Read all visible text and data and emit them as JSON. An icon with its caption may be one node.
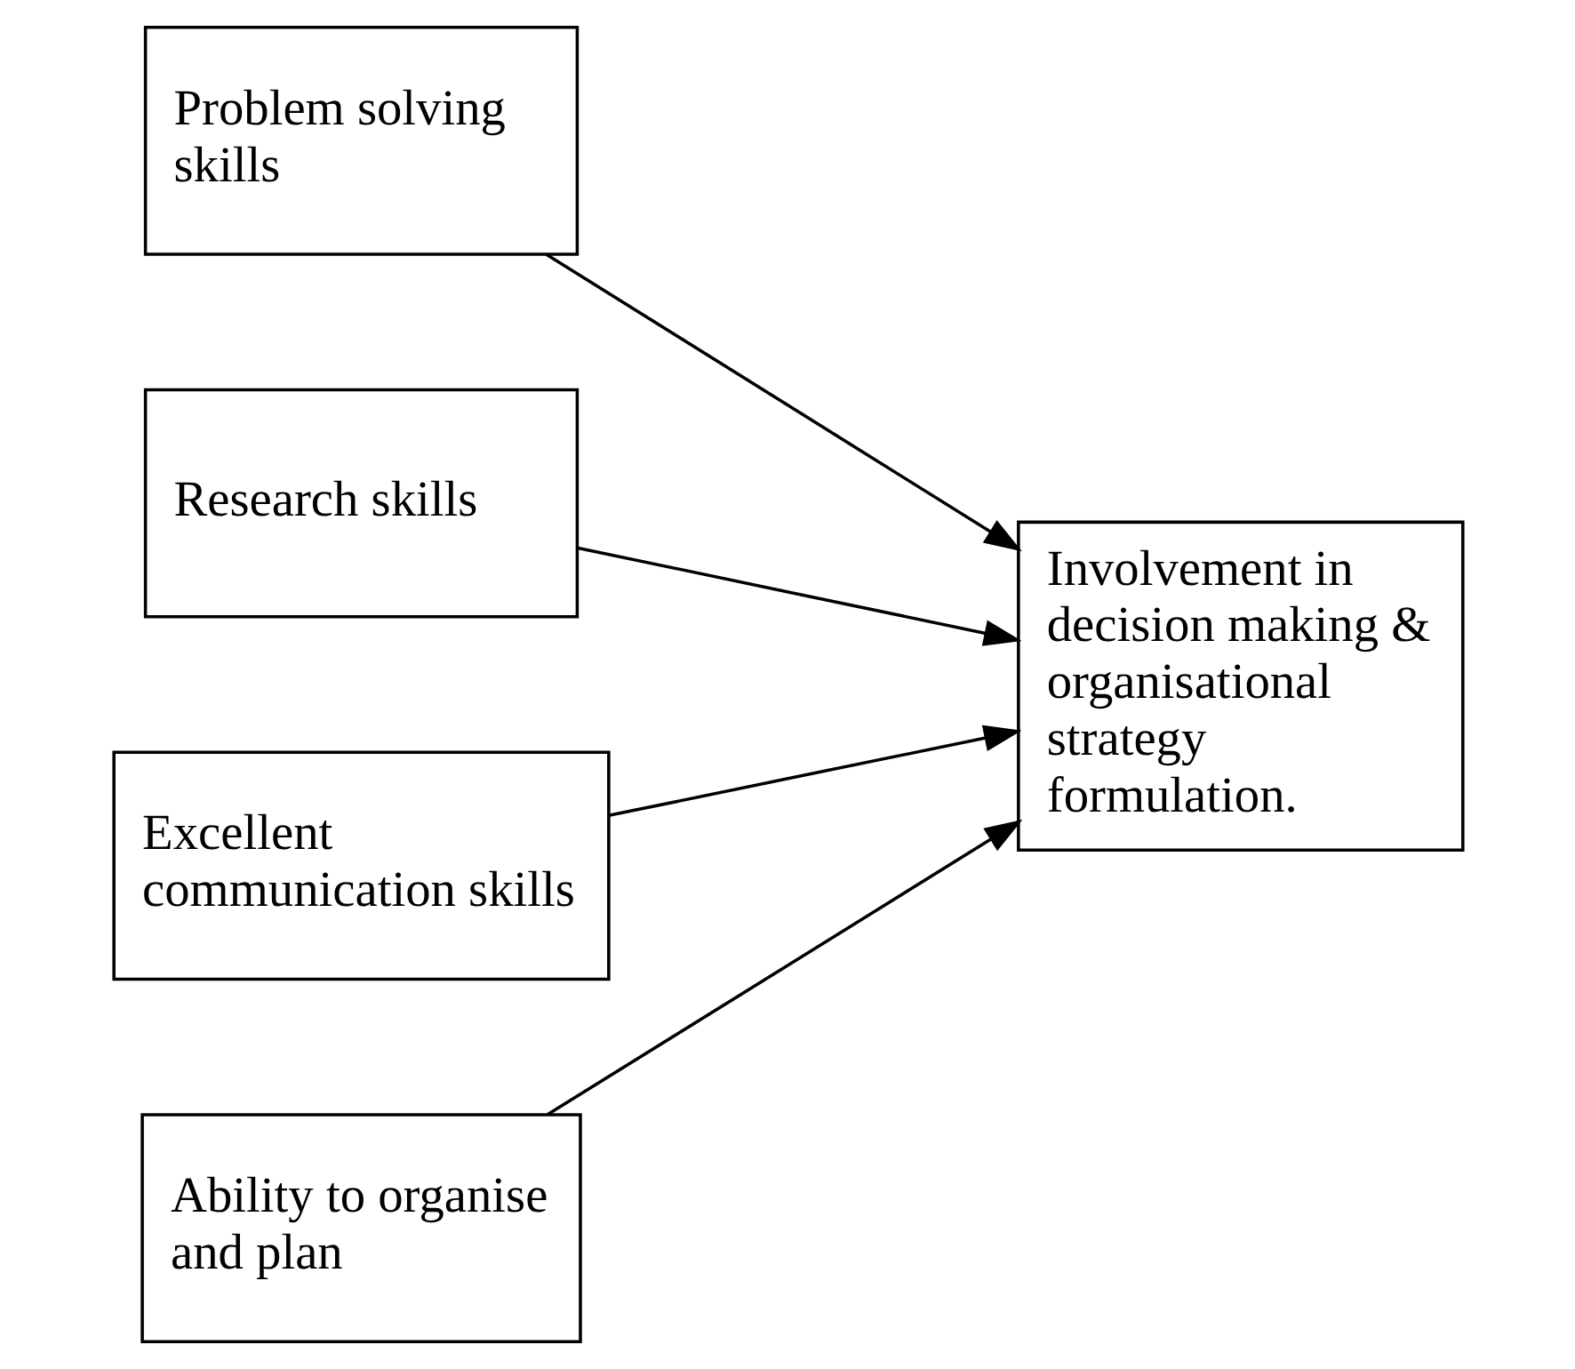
{
  "diagram": {
    "nodes": [
      {
        "text": [
          "Problem solving skills"
        ]
      },
      {
        "text": [
          "Research skills"
        ]
      },
      {
        "text": [
          "Excellent communication skills"
        ]
      },
      {
        "text": [
          "Ability to organise and plan"
        ]
      },
      {
        "text": [
          "Involvement in decision making & organisational strategy formulation."
        ]
      }
    ],
    "edges": [
      {
        "from": 0,
        "to": 4,
        "arrow": "to"
      },
      {
        "from": 1,
        "to": 4,
        "arrow": "to"
      },
      {
        "from": 2,
        "to": 4,
        "arrow": "to"
      },
      {
        "from": 3,
        "to": 4,
        "arrow": "to"
      }
    ]
  }
}
